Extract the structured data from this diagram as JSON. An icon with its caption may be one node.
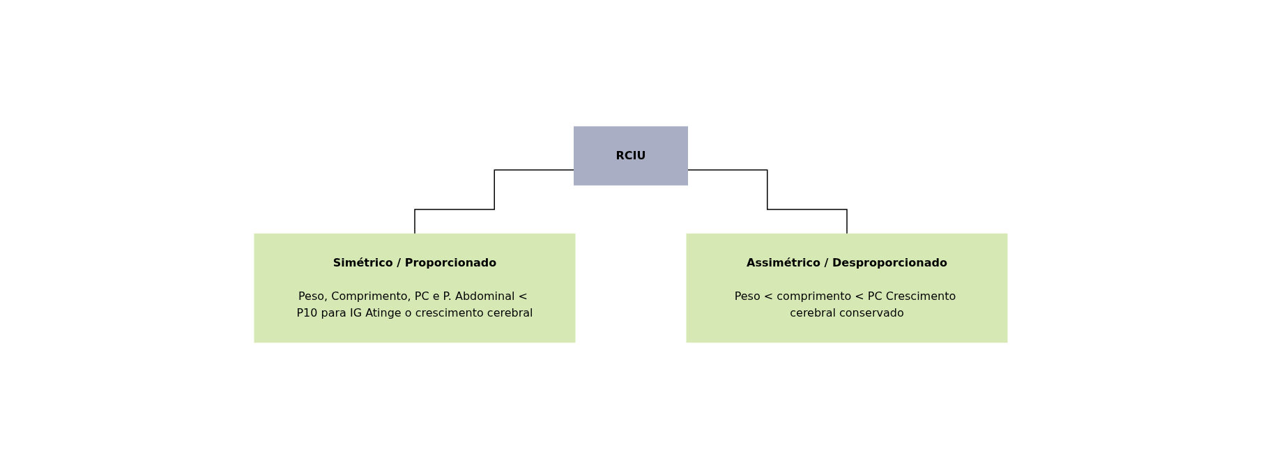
{
  "diagram": {
    "nodes": [
      {
        "text": [
          "RCIU"
        ]
      },
      {
        "text": [
          "Simétrico / Proporcionado",
          "Peso, Comprimento, PC e P. Abdominal < P10 para IG Atinge o crescimento cerebral"
        ]
      },
      {
        "text": [
          "Assimétrico / Desproporcionado",
          "Peso < comprimento < PC Crescimento cerebral conservado"
        ]
      }
    ],
    "edges": [
      {
        "from": 0,
        "to": 1,
        "arrow": "none"
      },
      {
        "from": 0,
        "to": 2,
        "arrow": "none"
      }
    ]
  }
}
